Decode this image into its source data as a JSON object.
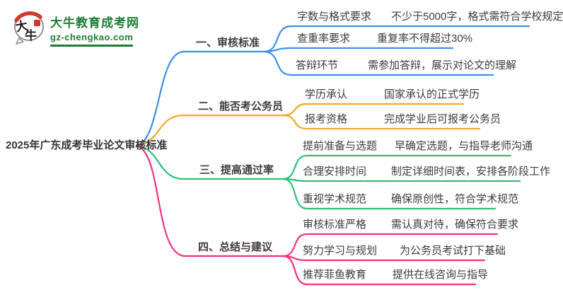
{
  "logo": {
    "icon_char_top": "大",
    "icon_char_bottom": "牛",
    "site_name": "大牛教育成考网",
    "site_domain": "gz-chengkao.com",
    "brand_green": "#1E7C35",
    "seal_red": "#CC3A2E",
    "bubble_outline": "#8d8d8d"
  },
  "mindmap": {
    "root": "2025年广东成考毕业论文审核标准",
    "text_color": "#3c3c3c",
    "branches": [
      {
        "label": "一、审核标准",
        "color": "#3D8FE8",
        "children": [
          {
            "topic": "字数与格式要求",
            "note": "不少于5000字，格式需符合学校规定"
          },
          {
            "topic": "查重率要求",
            "note": "重复率不得超过30%"
          },
          {
            "topic": "答辩环节",
            "note": "需参加答辩，展示对论文的理解"
          }
        ]
      },
      {
        "label": "二、能否考公务员",
        "color": "#F7A62A",
        "children": [
          {
            "topic": "学历承认",
            "note": "国家承认的正式学历"
          },
          {
            "topic": "报考资格",
            "note": "完成学业后可报考公务员"
          }
        ]
      },
      {
        "label": "三、提高通过率",
        "color": "#2FBE76",
        "children": [
          {
            "topic": "提前准备与选题",
            "note": "早确定选题，与指导老师沟通"
          },
          {
            "topic": "合理安排时间",
            "note": "制定详细时间表，安排各阶段工作"
          },
          {
            "topic": "重视学术规范",
            "note": "确保原创性，符合学术规范"
          }
        ]
      },
      {
        "label": "四、总结与建议",
        "color": "#F5317F",
        "children": [
          {
            "topic": "审核标准严格",
            "note": "需认真对待，确保符合要求"
          },
          {
            "topic": "努力学习与规划",
            "note": "为公务员考试打下基础"
          },
          {
            "topic": "推荐菲鱼教育",
            "note": "提供在线咨询与指导"
          }
        ]
      }
    ]
  }
}
